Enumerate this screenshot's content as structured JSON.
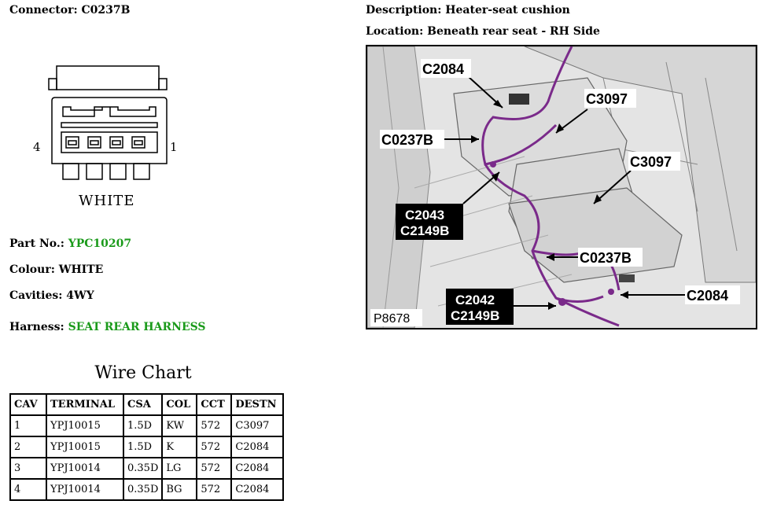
{
  "connector": {
    "label": "Connector:",
    "value": "C0237B"
  },
  "description": {
    "label": "Description:",
    "value": "Heater-seat cushion"
  },
  "location": {
    "label": "Location:",
    "value": "Beneath rear seat - RH Side"
  },
  "pinout": {
    "left_pin": "4",
    "right_pin": "1",
    "color_label": "WHITE"
  },
  "part_no": {
    "label": "Part No.:",
    "value": "YPC10207"
  },
  "colour": {
    "label": "Colour:",
    "value": "WHITE"
  },
  "cavities": {
    "label": "Cavities:",
    "value": "4WY"
  },
  "harness": {
    "label": "Harness:",
    "value": "SEAT REAR HARNESS"
  },
  "wire_chart": {
    "title": "Wire Chart",
    "headers": [
      "CAV",
      "TERMINAL",
      "CSA",
      "COL",
      "CCT",
      "DESTN"
    ],
    "rows": [
      [
        "1",
        "YPJ10015",
        "1.5D",
        "KW",
        "572",
        "C3097"
      ],
      [
        "2",
        "YPJ10015",
        "1.5D",
        "K",
        "572",
        "C2084"
      ],
      [
        "3",
        "YPJ10014",
        "0.35D",
        "LG",
        "572",
        "C2084"
      ],
      [
        "4",
        "YPJ10014",
        "0.35D",
        "BG",
        "572",
        "C2084"
      ]
    ]
  },
  "photo": {
    "ref": "P8678",
    "callouts": {
      "c2084_top": "C2084",
      "c3097_top": "C3097",
      "c0237b_left": "C0237B",
      "c3097_right": "C3097",
      "c2043": "C2043",
      "c2149b_top": "C2149B",
      "c0237b_right": "C0237B",
      "c2042": "C2042",
      "c2149b_bottom": "C2149B",
      "c2084_bottom": "C2084"
    }
  }
}
